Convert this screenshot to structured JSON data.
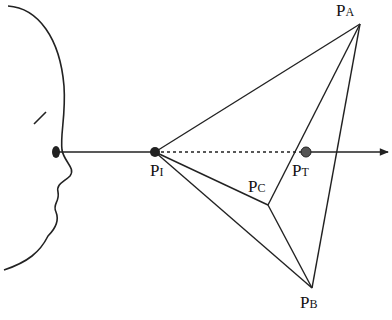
{
  "diagram": {
    "labels": [
      "PA",
      "PI",
      "PC",
      "PT",
      "PB"
    ]
  }
}
